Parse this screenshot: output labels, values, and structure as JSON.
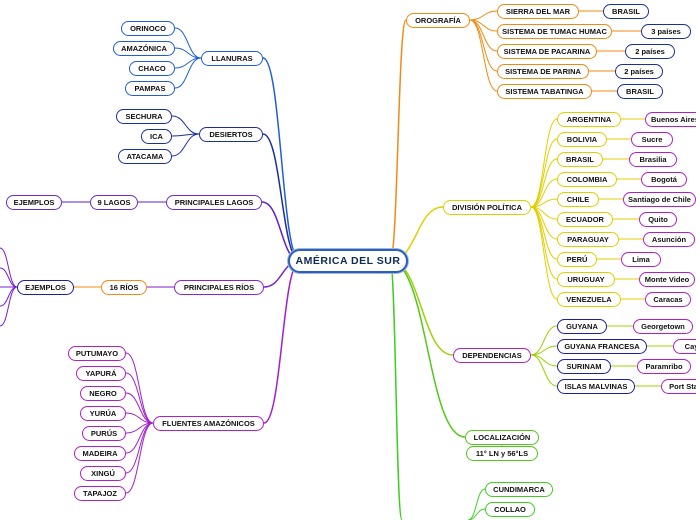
{
  "title": "AMÉRICA DEL SUR",
  "colors": {
    "root": "#2b5fb8",
    "llanuras": "#1f5fd6",
    "desiertos": "#1b2f9a",
    "lagos": "#5a22c8",
    "rios": "#7a1fd0",
    "fluentes": "#a21fcf",
    "orografia": "#f08a12",
    "division": "#e0cf00",
    "dependencias": "#9bd300",
    "localizacion": "#52c81a",
    "extra": "#3ccf22"
  },
  "left": {
    "llanuras": {
      "label": "LLANURAS",
      "items": [
        "ORINOCO",
        "AMAZÓNICA",
        "CHACO",
        "PAMPAS"
      ]
    },
    "desiertos": {
      "label": "DESIERTOS",
      "items": [
        "SECHURA",
        "ICA",
        "ATACAMA"
      ]
    },
    "lagos": {
      "label": "PRINCIPALES LAGOS",
      "count": "9 LAGOS",
      "example": "EJEMPLOS"
    },
    "rios": {
      "label": "PRINCIPALES RÍOS",
      "count": "16 RÍOS",
      "example": "EJEMPLOS"
    },
    "fluentes": {
      "label": "FLUENTES AMAZÓNICOS",
      "items": [
        "PUTUMAYO",
        "YAPURÁ",
        "NEGRO",
        "YURÚA",
        "PURÚS",
        "MADEIRA",
        "XINGÚ",
        "TAPAJOZ"
      ]
    }
  },
  "right": {
    "orografia": {
      "label": "OROGRAFÍA",
      "items": [
        {
          "name": "SIERRA DEL MAR",
          "detail": "BRASIL"
        },
        {
          "name": "SISTEMA DE TUMAC HUMAC",
          "detail": "3 países"
        },
        {
          "name": "SISTEMA DE PACARINA",
          "detail": "2 países"
        },
        {
          "name": "SISTEMA DE PARINA",
          "detail": "2 países"
        },
        {
          "name": "SISTEMA TABATINGA",
          "detail": "BRASIL"
        }
      ]
    },
    "division": {
      "label": "DIVISIÓN POLÍTICA",
      "items": [
        {
          "name": "ARGENTINA",
          "detail": "Buenos Aires"
        },
        {
          "name": "BOLIVIA",
          "detail": "Sucre"
        },
        {
          "name": "BRASIL",
          "detail": "Brasilia"
        },
        {
          "name": "COLOMBIA",
          "detail": "Bogotá"
        },
        {
          "name": "CHILE",
          "detail": "Santiago de Chile"
        },
        {
          "name": "ECUADOR",
          "detail": "Quito"
        },
        {
          "name": "PARAGUAY",
          "detail": "Asunción"
        },
        {
          "name": "PERÚ",
          "detail": "Lima"
        },
        {
          "name": "URUGUAY",
          "detail": "Monte Video"
        },
        {
          "name": "VENEZUELA",
          "detail": "Caracas"
        }
      ]
    },
    "dependencias": {
      "label": "DEPENDENCIAS",
      "items": [
        {
          "name": "GUYANA",
          "detail": "Georgetown"
        },
        {
          "name": "GUYANA FRANCESA",
          "detail": "Cayena"
        },
        {
          "name": "SURINAM",
          "detail": "Paramribo"
        },
        {
          "name": "ISLAS MALVINAS",
          "detail": "Port Stanley"
        }
      ]
    },
    "localizacion": {
      "label": "LOCALIZACIÓN",
      "detail": "11° LN y 56°LS"
    },
    "extra": {
      "items": [
        "CUNDIMARCA",
        "COLLAO"
      ]
    }
  }
}
